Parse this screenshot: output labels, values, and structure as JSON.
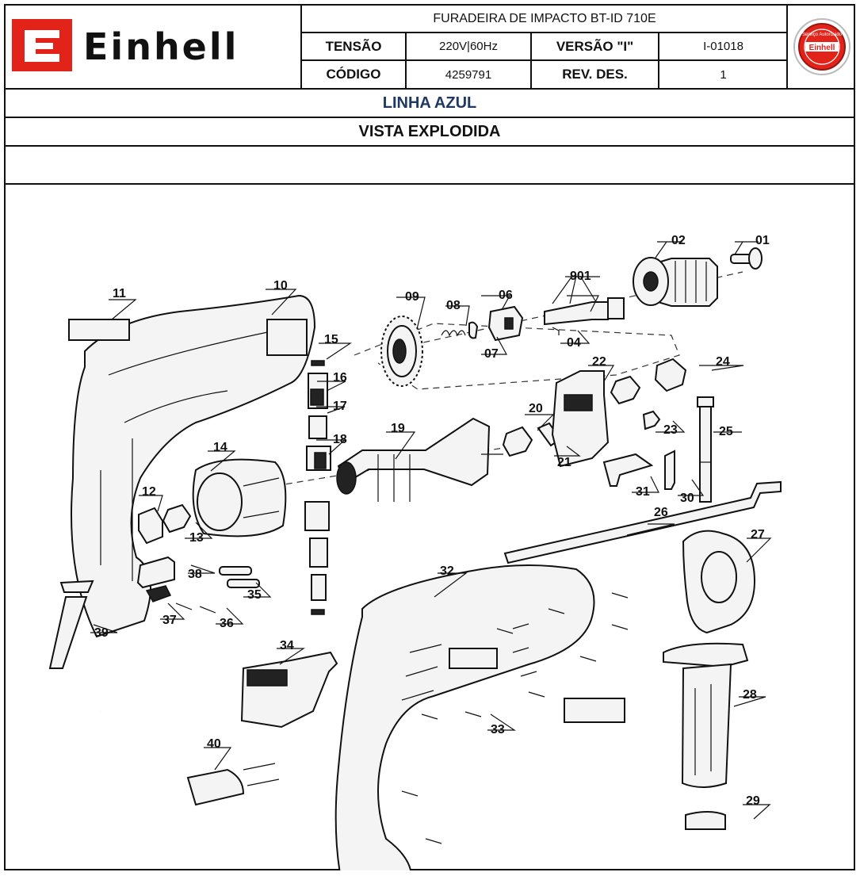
{
  "brand": {
    "logo_text": "Einhell",
    "seal_text": [
      "Serviço Autorizado",
      "Einhell"
    ],
    "accent_color": "#e2231a"
  },
  "header": {
    "title": "FURADEIRA DE IMPACTO BT-ID 710E",
    "tensao_label": "TENSÃO",
    "tensao_value": "220V|60Hz",
    "versao_label": "VERSÃO \"I\"",
    "versao_value": "I-01018",
    "codigo_label": "CÓDIGO",
    "codigo_value": "4259791",
    "rev_label": "REV. DES.",
    "rev_value": "1"
  },
  "subtitle": {
    "line": "LINHA AZUL",
    "line_color": "#1f3864",
    "view": "VISTA EXPLODIDA"
  },
  "parts": [
    "01",
    "02",
    "901",
    "04",
    "06",
    "07",
    "08",
    "09",
    "10",
    "11",
    "15",
    "16",
    "17",
    "18",
    "19",
    "20",
    "21",
    "22",
    "23",
    "24",
    "25",
    "14",
    "12",
    "13",
    "38",
    "35",
    "37",
    "36",
    "39",
    "31",
    "30",
    "26",
    "27",
    "32",
    "34",
    "33",
    "28",
    "29",
    "40"
  ]
}
